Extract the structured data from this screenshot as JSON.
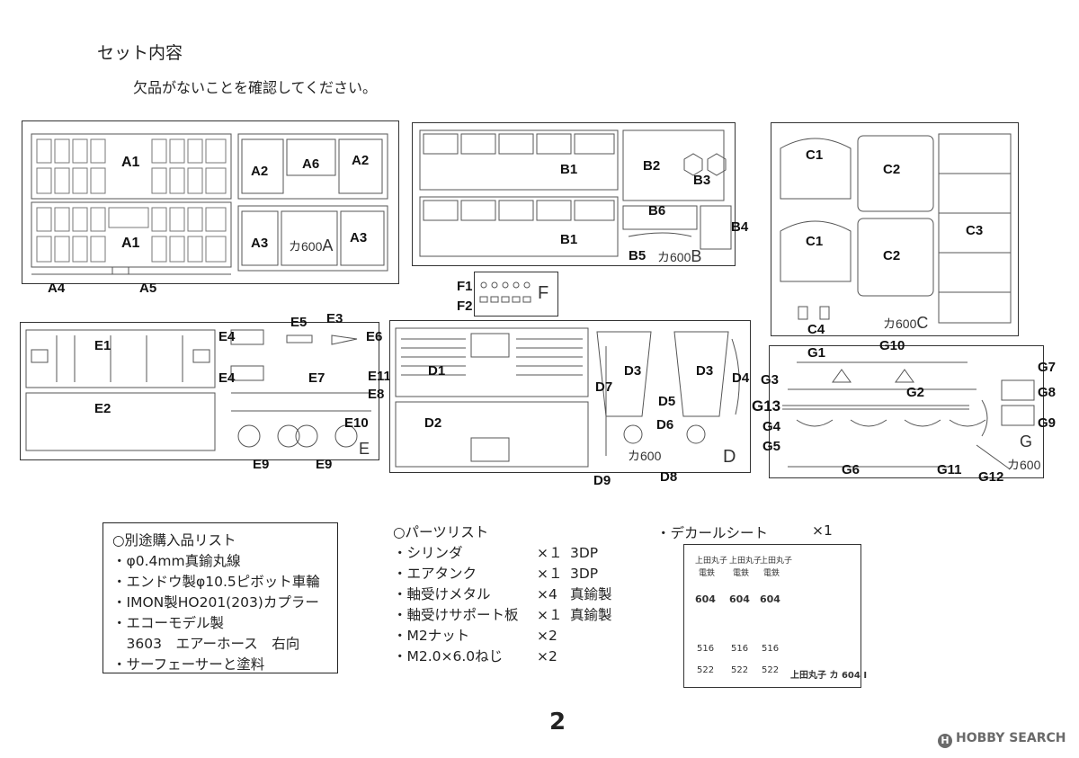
{
  "header": {
    "title": "セット内容",
    "subtitle": "欠品がないことを確認してください。"
  },
  "sheets": {
    "A": {
      "labels": {
        "a1_top": "A1",
        "a1_bot": "A1",
        "a2_l": "A2",
        "a6": "A6",
        "a2_r": "A2",
        "a3_l": "A3",
        "a3_r": "A3",
        "a4": "A4",
        "a5": "A5"
      },
      "mark": "カ600",
      "letter": "A"
    },
    "B": {
      "labels": {
        "b1_top": "B1",
        "b1_bot": "B1",
        "b2": "B2",
        "b3": "B3",
        "b6": "B6",
        "b4": "B4",
        "b5": "B5"
      },
      "mark": "カ600",
      "letter": "B"
    },
    "C": {
      "labels": {
        "c1_top": "C1",
        "c2_top": "C2",
        "c1_bot": "C1",
        "c2_bot": "C2",
        "c3": "C3",
        "c4": "C4"
      },
      "mark": "カ600",
      "letter": "C"
    },
    "F": {
      "labels": {
        "f1": "F1",
        "f2": "F2"
      },
      "letter": "F"
    },
    "E": {
      "labels": {
        "e5": "E5",
        "e3": "E3",
        "e4_top": "E4",
        "e6": "E6",
        "e1": "E1",
        "e4_mid": "E4",
        "e7": "E7",
        "e11": "E11",
        "e8": "E8",
        "e2": "E2",
        "e10": "E10",
        "e9_l": "E9",
        "e9_r": "E9"
      },
      "letter": "E"
    },
    "D": {
      "labels": {
        "d1": "D1",
        "d2": "D2",
        "d3_l": "D3",
        "d3_r": "D3",
        "d4": "D4",
        "d7": "D7",
        "d5": "D5",
        "d6": "D6",
        "d8": "D8",
        "d9": "D9"
      },
      "mark": "カ600",
      "letter": "D"
    },
    "G": {
      "labels": {
        "g1": "G1",
        "g10": "G10",
        "g7": "G7",
        "g3": "G3",
        "g2": "G2",
        "g8": "G8",
        "g13": "G13",
        "g9": "G9",
        "g4": "G4",
        "g5": "G5",
        "g6": "G6",
        "g11": "G11",
        "g12": "G12"
      },
      "mark": "カ600",
      "letter": "G"
    }
  },
  "purchase_list": {
    "title": "○別途購入品リスト",
    "items": [
      "・φ0.4mm真鍮丸線",
      "・エンドウ製φ10.5ピボット車輪",
      "・IMON製HO201(203)カプラー",
      "・エコーモデル製",
      "　3603　エアーホース　右向",
      "・サーフェーサーと塗料"
    ]
  },
  "parts_list": {
    "title": "○パーツリスト",
    "items": [
      {
        "name": "・シリンダ",
        "qty": "×１",
        "mat": "3DP"
      },
      {
        "name": "・エアタンク",
        "qty": "×１",
        "mat": "3DP"
      },
      {
        "name": "・軸受けメタル",
        "qty": "×4",
        "mat": "真鍮製"
      },
      {
        "name": "・軸受けサポート板",
        "qty": "×１",
        "mat": "真鍮製"
      },
      {
        "name": "・M2ナット",
        "qty": "×2",
        "mat": ""
      },
      {
        "name": "・M2.0×6.0ねじ",
        "qty": "×2",
        "mat": ""
      }
    ]
  },
  "decal": {
    "label": "・デカールシート",
    "qty": "×1",
    "items": {
      "e1": "上田丸子",
      "e2": "上田丸子",
      "e3": "上田丸子",
      "sub1": "電鉄",
      "sub2": "電鉄",
      "sub3": "電鉄",
      "n604a": "604",
      "n604b": "604",
      "n604c": "604",
      "n516a": "516",
      "n516b": "516",
      "n516c": "516",
      "n522a": "522",
      "n522b": "522",
      "n522c": "522",
      "bottom": "上田丸子 カ 604 I"
    }
  },
  "page_number": "2",
  "logo": {
    "text": "HOBBY SEARCH",
    "icon": "hobby-search-logo-icon"
  }
}
